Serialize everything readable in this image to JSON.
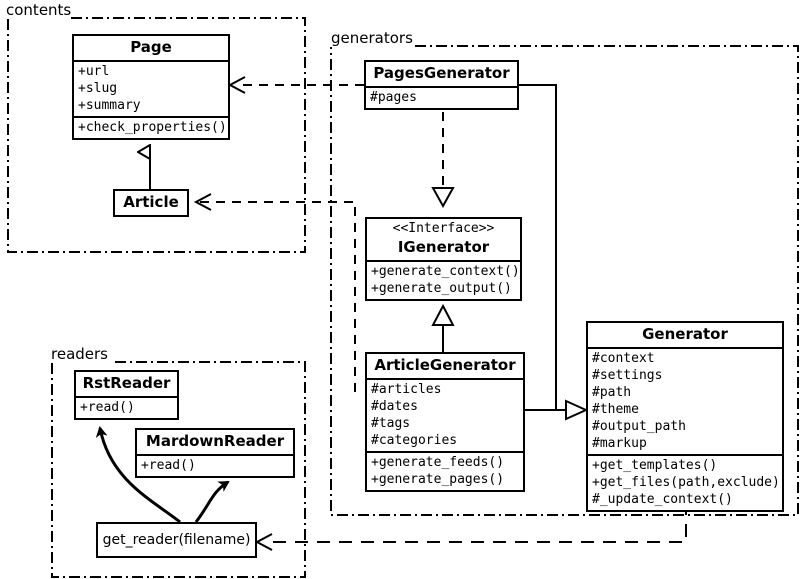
{
  "diagram": {
    "title": "UML class diagram",
    "stroke_color": "#000000",
    "background_color": "#ffffff"
  },
  "packages": [
    {
      "id": "contents",
      "label": "contents"
    },
    {
      "id": "generators",
      "label": "generators"
    },
    {
      "id": "readers",
      "label": "readers"
    }
  ],
  "classes": {
    "page": {
      "name": "Page",
      "stereotype": "",
      "attributes": [
        "+url",
        "+slug",
        "+summary"
      ],
      "methods": [
        "+check_properties()"
      ]
    },
    "article": {
      "name": "Article",
      "stereotype": "",
      "attributes": [],
      "methods": []
    },
    "pages_generator": {
      "name": "PagesGenerator",
      "stereotype": "",
      "attributes": [
        "#pages"
      ],
      "methods": []
    },
    "igenerator": {
      "name": "IGenerator",
      "stereotype": "<<Interface>>",
      "attributes": [],
      "methods": [
        "+generate_context()",
        "+generate_output()"
      ]
    },
    "article_generator": {
      "name": "ArticleGenerator",
      "stereotype": "",
      "attributes": [
        "#articles",
        "#dates",
        "#tags",
        "#categories"
      ],
      "methods": [
        "+generate_feeds()",
        "+generate_pages()"
      ]
    },
    "generator": {
      "name": "Generator",
      "stereotype": "",
      "attributes": [
        "#context",
        "#settings",
        "#path",
        "#theme",
        "#output_path",
        "#markup"
      ],
      "methods": [
        "+get_templates()",
        "+get_files(path,exclude)",
        "#_update_context()"
      ]
    },
    "rst_reader": {
      "name": "RstReader",
      "stereotype": "",
      "attributes": [],
      "methods": [
        "+read()"
      ]
    },
    "mardown_reader": {
      "name": "MardownReader",
      "stereotype": "",
      "attributes": [],
      "methods": [
        "+read()"
      ]
    }
  },
  "functions": {
    "get_reader": {
      "label": "get_reader(filename)"
    }
  },
  "relations": [
    {
      "id": "pagesgenerator-to-page",
      "type": "dependency",
      "from": "PagesGenerator",
      "to": "Page",
      "style": "dashed",
      "arrow": "open"
    },
    {
      "id": "articlegenerator-to-article",
      "type": "dependency",
      "from": "ArticleGenerator",
      "to": "Article",
      "style": "dashed",
      "arrow": "open"
    },
    {
      "id": "article-to-page",
      "type": "generalization",
      "from": "Article",
      "to": "Page",
      "style": "solid",
      "arrow": "hollow-triangle"
    },
    {
      "id": "pagesgenerator-to-igenerator",
      "type": "realization",
      "from": "PagesGenerator",
      "to": "IGenerator",
      "style": "dashed",
      "arrow": "hollow-triangle"
    },
    {
      "id": "articlegenerator-to-igenerator",
      "type": "generalization",
      "from": "ArticleGenerator",
      "to": "IGenerator",
      "style": "solid",
      "arrow": "hollow-triangle"
    },
    {
      "id": "pagesgenerator-to-generator",
      "type": "generalization",
      "from": "PagesGenerator",
      "to": "Generator",
      "style": "solid",
      "arrow": "hollow-triangle"
    },
    {
      "id": "articlegenerator-to-generator",
      "type": "generalization",
      "from": "ArticleGenerator",
      "to": "Generator",
      "style": "solid",
      "arrow": "hollow-triangle"
    },
    {
      "id": "generator-to-get-reader",
      "type": "dependency",
      "from": "Generator",
      "to": "get_reader(filename)",
      "style": "dashed",
      "arrow": "open"
    },
    {
      "id": "get-reader-to-rstreader",
      "type": "creates",
      "from": "get_reader(filename)",
      "to": "RstReader",
      "style": "curved-solid",
      "arrow": "filled"
    },
    {
      "id": "get-reader-to-mardownreader",
      "type": "creates",
      "from": "get_reader(filename)",
      "to": "MardownReader",
      "style": "curved-solid",
      "arrow": "filled"
    }
  ]
}
